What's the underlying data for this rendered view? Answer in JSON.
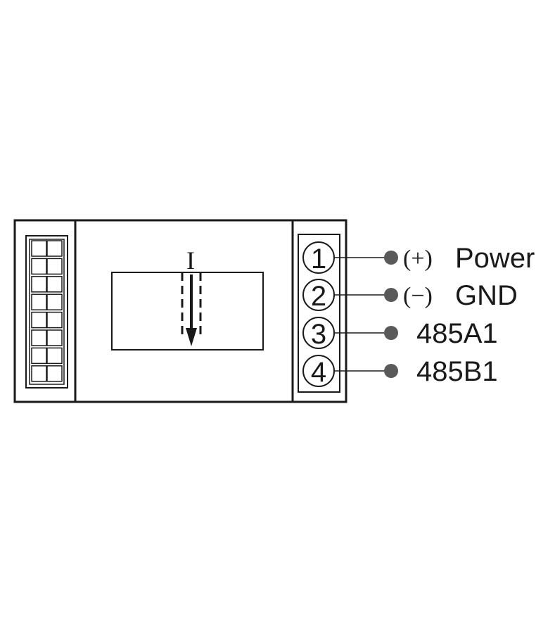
{
  "current_symbol": "I",
  "terminals": [
    {
      "number": "1",
      "sign": "(+)",
      "label": "Power"
    },
    {
      "number": "2",
      "sign": "(−)",
      "label": "GND"
    },
    {
      "number": "3",
      "sign": "",
      "label": "485A1"
    },
    {
      "number": "4",
      "sign": "",
      "label": "485B1"
    }
  ],
  "colors": {
    "line": "#1a1a1a",
    "dot": "#5a5a5a",
    "background": "#ffffff"
  }
}
